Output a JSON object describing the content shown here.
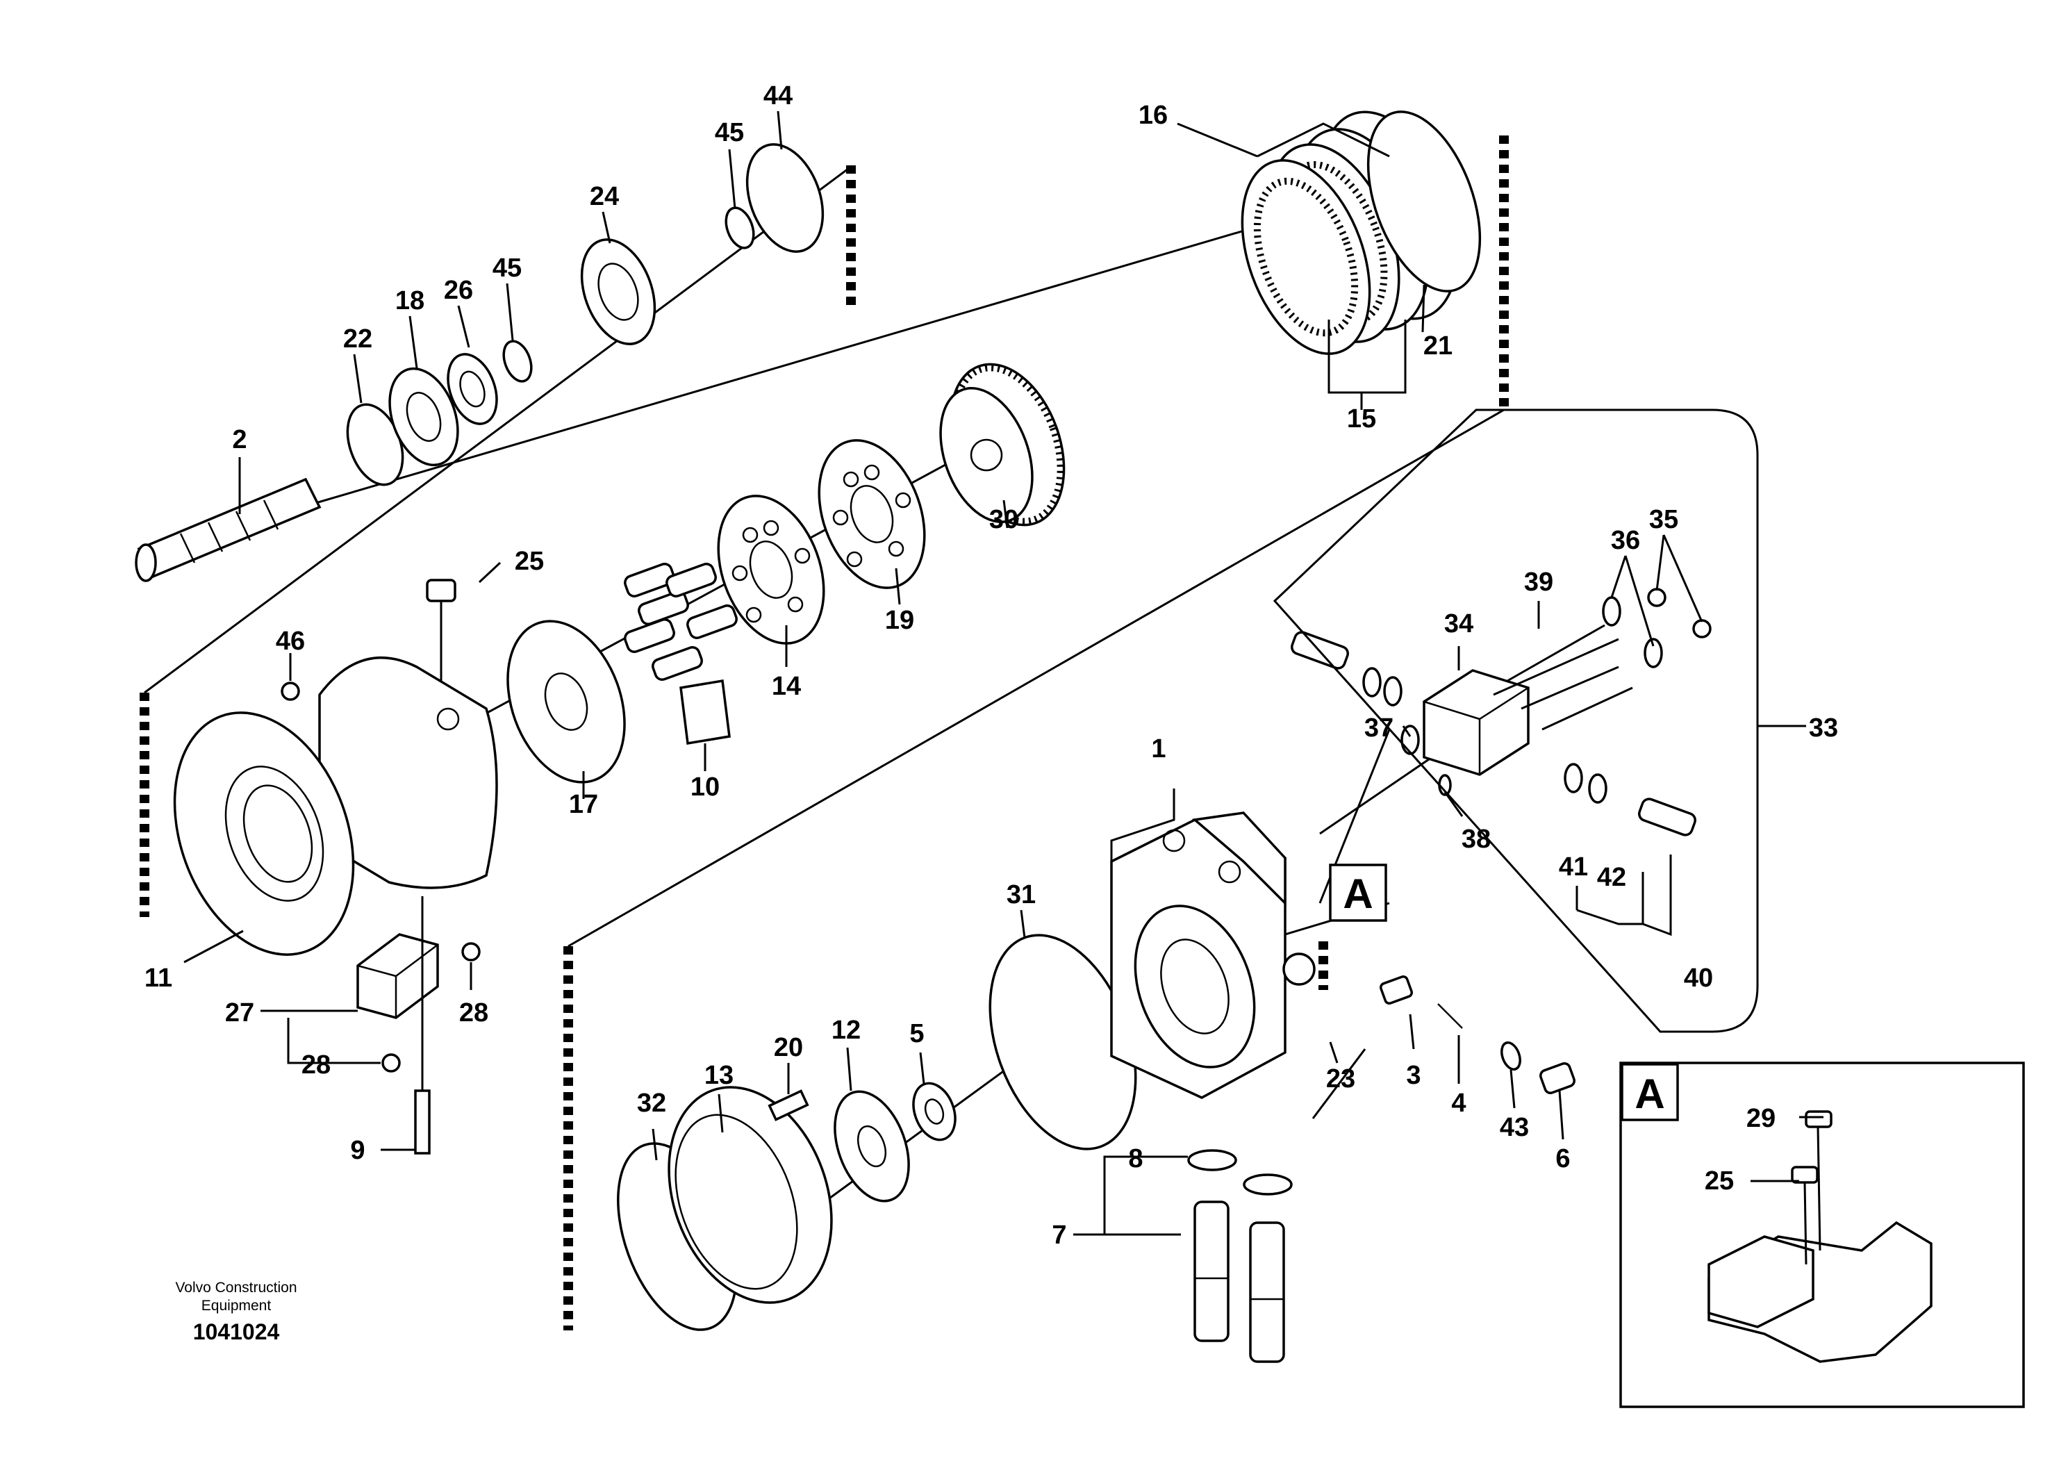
{
  "callouts": {
    "c1": "1",
    "c2": "2",
    "c3": "3",
    "c4": "4",
    "c5": "5",
    "c6": "6",
    "c7": "7",
    "c8": "8",
    "c9": "9",
    "c10": "10",
    "c11": "11",
    "c12": "12",
    "c13": "13",
    "c14": "14",
    "c15": "15",
    "c16": "16",
    "c17": "17",
    "c18": "18",
    "c19": "19",
    "c20": "20",
    "c21": "21",
    "c22": "22",
    "c23": "23",
    "c24": "24",
    "c25": "25",
    "c26": "26",
    "c27": "27",
    "c28": "28",
    "c29": "29",
    "c30": "30",
    "c31": "31",
    "c32": "32",
    "c33": "33",
    "c34": "34",
    "c35": "35",
    "c36": "36",
    "c37": "37",
    "c38": "38",
    "c39": "39",
    "c40": "40",
    "c41": "41",
    "c42": "42",
    "c43": "43",
    "c44": "44",
    "c45": "45",
    "c46": "46"
  },
  "view_marker": "A",
  "detail_inset": {
    "letter": "A",
    "c29": "29",
    "c25": "25"
  },
  "footer": {
    "company_line1": "Volvo Construction",
    "company_line2": "Equipment",
    "drawing_number": "1041024"
  }
}
